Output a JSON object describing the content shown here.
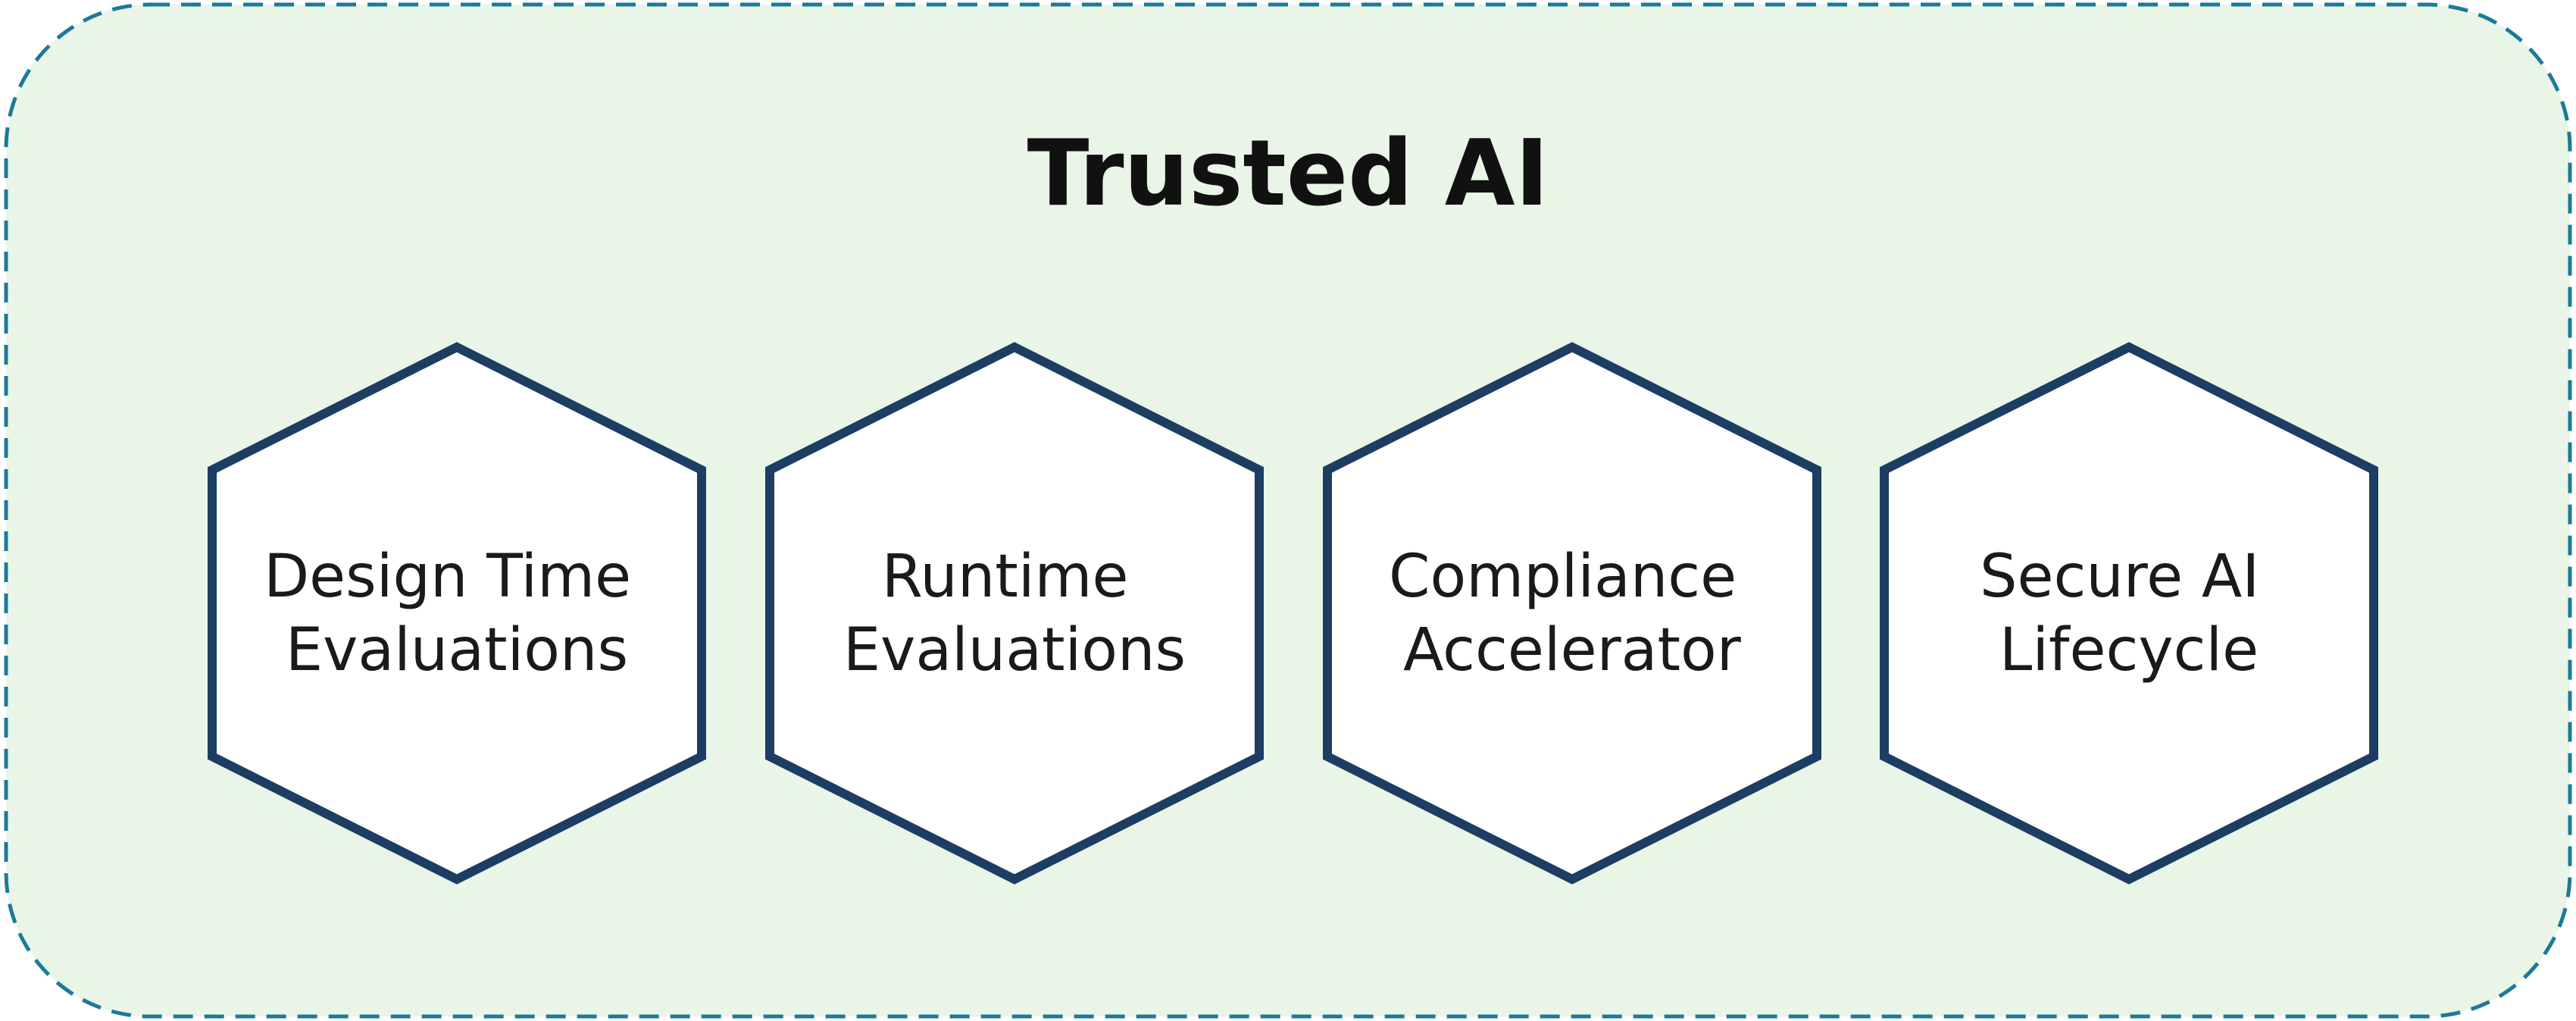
{
  "diagram": {
    "title": "Trusted AI",
    "colors": {
      "container_fill": "#e9f5e6",
      "container_border": "#1b7a99",
      "hexagon_fill": "#ffffff",
      "hexagon_border": "#1d3d63",
      "text": "#111111"
    },
    "components": [
      {
        "lines": [
          "Design Time",
          "Evaluations"
        ]
      },
      {
        "lines": [
          "Runtime",
          "Evaluations"
        ]
      },
      {
        "lines": [
          "Compliance",
          "Accelerator"
        ]
      },
      {
        "lines": [
          "Secure AI",
          "Lifecycle"
        ]
      }
    ]
  }
}
